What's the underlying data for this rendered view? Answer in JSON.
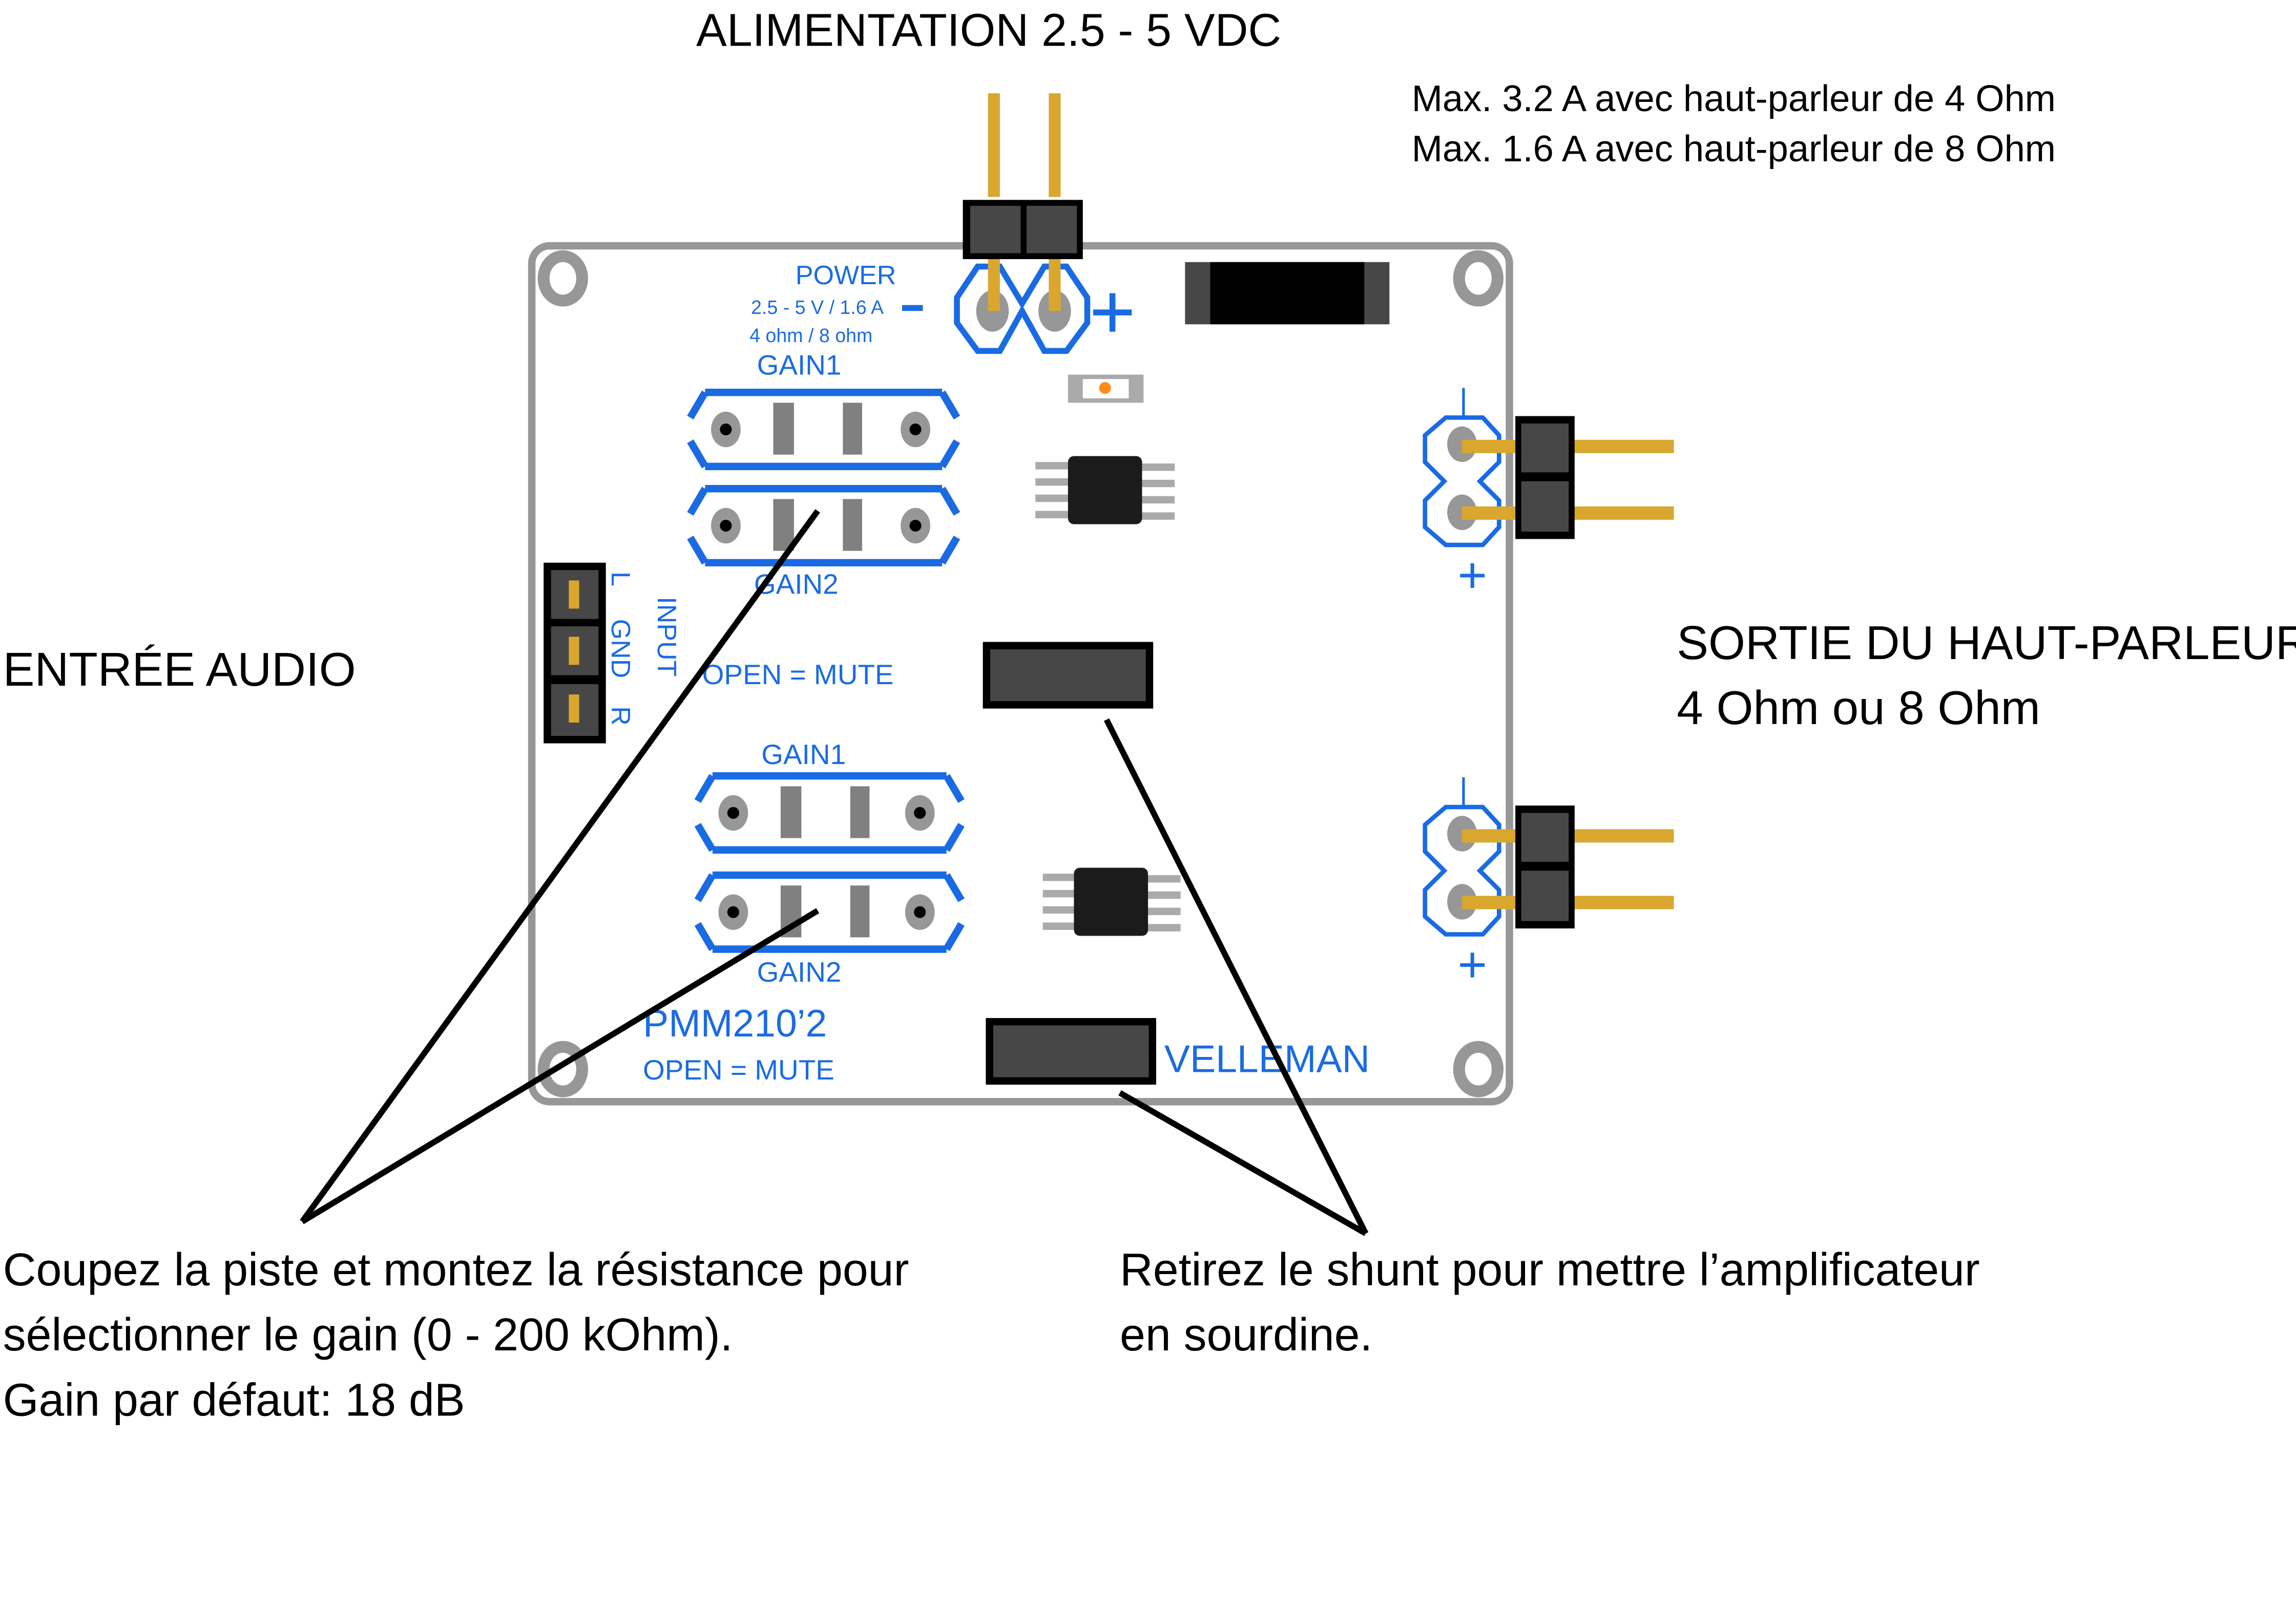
{
  "title": "ALIMENTATION 2.5 - 5 VDC",
  "power_notes": [
    "Max. 3.2 A avec haut-parleur de 4 Ohm",
    "Max. 1.6 A avec haut-parleur de 8 Ohm"
  ],
  "left_label": "ENTRÉE AUDIO",
  "right_label": {
    "line1": "SORTIE DU HAUT-PARLEUR",
    "line2": "4 Ohm ou 8 Ohm"
  },
  "board": {
    "power_label": "POWER",
    "power_spec": "2.5 - 5 V / 1.6 A",
    "power_impedance": "4 ohm / 8 ohm",
    "minus_sign": "−",
    "plus_sign": "+",
    "gain1_top": "GAIN1",
    "gain2_top": "GAIN2",
    "gain1_bottom": "GAIN1",
    "gain2_bottom": "GAIN2",
    "input_label": "INPUT",
    "input_pins": [
      "L",
      "GND",
      "R"
    ],
    "mute_label_top": "OPEN = MUTE",
    "mute_label_bottom": "OPEN = MUTE",
    "model": "PMM210’2",
    "brand": "VELLEMAN",
    "out_top_minus": "-",
    "out_top_plus": "+",
    "out_bottom_minus": "-",
    "out_bottom_plus": "+"
  },
  "callouts": {
    "gain": [
      "Coupez la piste et montez la résistance pour",
      "sélectionner le gain (0 - 200 kOhm).",
      "Gain par défaut: 18 dB"
    ],
    "mute": [
      "Retirez le shunt pour mettre l’amplificateur",
      "en sourdine."
    ]
  },
  "colors": {
    "silkscreen": "#1a6be3",
    "board_outline": "#979797",
    "pin_gold": "#d9a72e",
    "connector_body": "#474747"
  }
}
